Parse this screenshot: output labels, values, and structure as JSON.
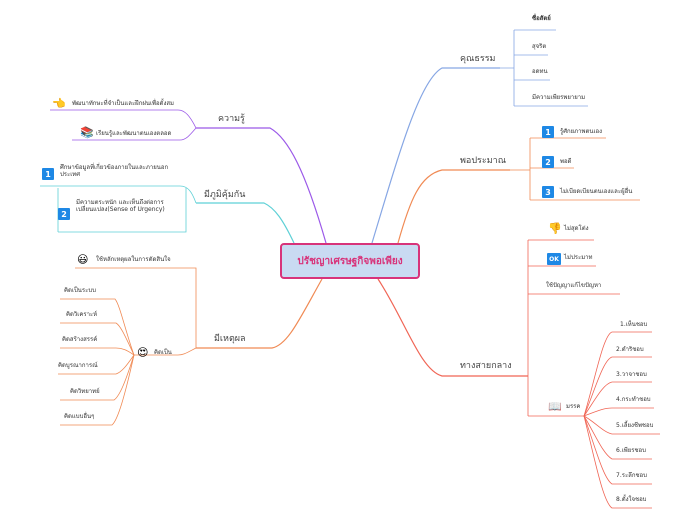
{
  "central": {
    "title": "ปรัชญาเศรษฐกิจพอเพียง"
  },
  "colors": {
    "knowledge": "#9b59e8",
    "immunity": "#5ed0d6",
    "reason": "#f08a54",
    "virtue": "#86a6e4",
    "moderation": "#f08a54",
    "middle_path": "#f06555",
    "central_fill": "#c9daf2",
    "central_border": "#d8337a"
  },
  "branches": {
    "knowledge": {
      "label": "ความรู้",
      "items": [
        {
          "icon": "pointing-hand-icon",
          "text": "พัฒนาทักษะที่จำเป็นและฝึกฝนเพื่อตั้งสม"
        },
        {
          "icon": "books-icon",
          "text": "เรียนรู้และพัฒนาตนเองตลอด"
        }
      ]
    },
    "immunity": {
      "label": "มีภูมิคุ้มกัน",
      "items": [
        {
          "badge": "1",
          "text": "ศึกษาข้อมูลที่เกี่ยวข้องภายในและภายนอกประเทศ"
        },
        {
          "badge": "2",
          "text": "มีความตระหนัก และเห็นถึงต่อการเปลี่ยนแปลง(Sense of Urgency)"
        }
      ]
    },
    "reason": {
      "label": "มีเหตุผล",
      "items": [
        {
          "icon": "smiley-icon",
          "text": "ใช้หลักเหตุผลในการตัดสินใจ"
        },
        {
          "icon": "heart-eyes-icon",
          "text": "คิดเป็น",
          "children": [
            "คิดเป็นระบบ",
            "คิดวิเคราะห์",
            "คิดสร้างสรรค์",
            "คิดบูรณาการณ์",
            "คิดวิทยาทย์",
            "คิดแบบอื่นๆ"
          ]
        }
      ]
    },
    "virtue": {
      "label": "คุณธรรม",
      "items": [
        "ซื่อสัตย์",
        "สุจริต",
        "อดทน",
        "มีความเพียรพยายาม"
      ]
    },
    "moderation": {
      "label": "พอประมาณ",
      "items": [
        {
          "badge": "1",
          "text": "รู้ศักยภาพตนเอง"
        },
        {
          "badge": "2",
          "text": "พอดี"
        },
        {
          "badge": "3",
          "text": "ไม่เบียดเบียนตนเองและผู้อื่น"
        }
      ]
    },
    "middle_path": {
      "label": "ทางสายกลาง",
      "items": [
        {
          "icon": "thumbs-down-icon",
          "text": "ไม่สุดโต่ง"
        },
        {
          "icon": "ok-icon",
          "badge": "OK",
          "text": "ไม่ประมาท"
        },
        {
          "text": "ใช้ปัญญาแก้ไขปัญหา"
        },
        {
          "icon": "book-icon",
          "text": "มรรค",
          "children": [
            "1.เห็นชอบ",
            "2.ดำริชอบ",
            "3.วาจาชอบ",
            "4.กระทำชอบ",
            "5.เลี้ยงชีพชอบ",
            "6.เพียรชอบ",
            "7.ระลึกชอบ",
            "8.ตั้งใจชอบ"
          ]
        }
      ]
    }
  }
}
